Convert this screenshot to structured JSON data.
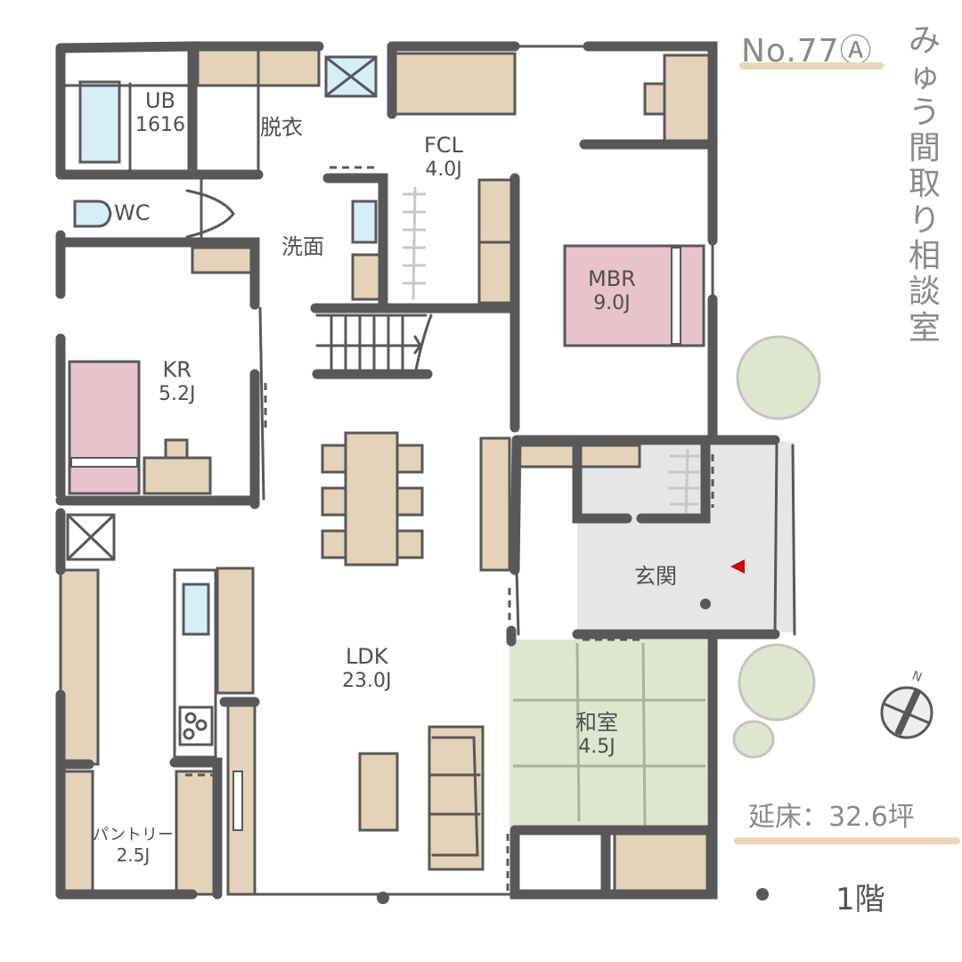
{
  "header": {
    "plan_number": "No.77Ⓐ",
    "brand": "みゅう間取り相談室"
  },
  "rooms": {
    "ub": {
      "name": "UB",
      "size": "1616"
    },
    "datsui": {
      "name": "脱衣"
    },
    "fcl": {
      "name": "FCL",
      "size": "4.0J"
    },
    "wc": {
      "name": "WC"
    },
    "senmen": {
      "name": "洗面"
    },
    "mbr": {
      "name": "MBR",
      "size": "9.0J"
    },
    "kr": {
      "name": "KR",
      "size": "5.2J"
    },
    "genkan": {
      "name": "玄関"
    },
    "ldk": {
      "name": "LDK",
      "size": "23.0J"
    },
    "washitsu": {
      "name": "和室",
      "size": "4.5J"
    },
    "pantry": {
      "name": "パントリー",
      "size": "2.5J"
    }
  },
  "footer": {
    "total_floor_area": "延床：32.6坪",
    "floor_label": "1階",
    "north_label": "N"
  },
  "colors": {
    "wall": "#58585a",
    "storage": "#e4d3b8",
    "bed": "#e9c3cb",
    "water": "#d6eef8",
    "tatami": "#dde6cf",
    "genkan_floor": "#e6e6e8",
    "tree": "#dfe6cf",
    "accent_underline": "#e9d6b9",
    "entrance_marker": "#d40000"
  }
}
